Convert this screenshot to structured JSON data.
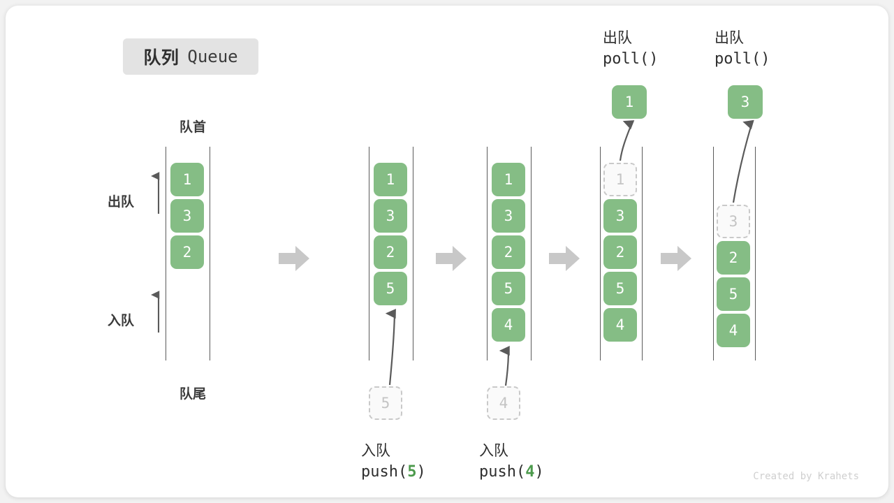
{
  "title": {
    "cn": "队列",
    "en": "Queue"
  },
  "labels": {
    "front": "队首",
    "rear": "队尾",
    "dequeue": "出队",
    "enqueue": "入队"
  },
  "watermark": "Created by Krahets",
  "colors": {
    "element": "#85bd85",
    "element_text": "#ffffff",
    "ghost_border": "#c9c9c9",
    "ghost_text": "#c4c4c4",
    "rail": "#5a5a5a",
    "step_arrow": "#c8c8c8",
    "badge_bg": "#e3e3e3",
    "accent_code": "#4c9a4c",
    "card_bg": "#ffffff",
    "page_bg": "#f2f2f2"
  },
  "side_ops": [
    {
      "name": "dequeue",
      "label": "出队",
      "direction": "up"
    },
    {
      "name": "enqueue",
      "label": "入队",
      "direction": "up"
    }
  ],
  "operations": [
    {
      "op_cn": "入队",
      "op_code_prefix": "push(",
      "op_code_arg": "5",
      "op_code_suffix": ")"
    },
    {
      "op_cn": "入队",
      "op_code_prefix": "push(",
      "op_code_arg": "4",
      "op_code_suffix": ")"
    },
    {
      "op_cn": "出队",
      "op_code_prefix": "poll(",
      "op_code_arg": "",
      "op_code_suffix": ")"
    },
    {
      "op_cn": "出队",
      "op_code_prefix": "poll(",
      "op_code_arg": "",
      "op_code_suffix": ")"
    }
  ],
  "states": [
    {
      "id": "state-1",
      "elements": [
        "1",
        "3",
        "2"
      ],
      "ghost_top": null,
      "ghost_below": null,
      "popped": null
    },
    {
      "id": "state-2",
      "elements": [
        "1",
        "3",
        "2",
        "5"
      ],
      "ghost_top": null,
      "ghost_below": "5",
      "popped": null
    },
    {
      "id": "state-3",
      "elements": [
        "1",
        "3",
        "2",
        "5",
        "4"
      ],
      "ghost_top": null,
      "ghost_below": "4",
      "popped": null
    },
    {
      "id": "state-4",
      "elements": [
        "3",
        "2",
        "5",
        "4"
      ],
      "ghost_top": "1",
      "ghost_below": null,
      "popped": "1"
    },
    {
      "id": "state-5",
      "elements": [
        "2",
        "5",
        "4"
      ],
      "ghost_top": "3",
      "ghost_below": null,
      "popped": "3"
    }
  ]
}
